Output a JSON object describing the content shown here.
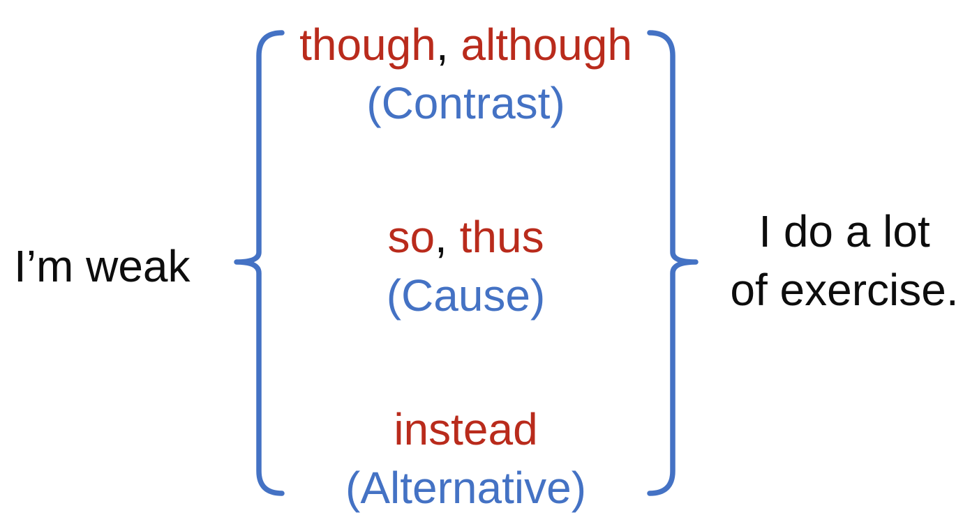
{
  "colors": {
    "connector_red": "#b92b1c",
    "category_blue": "#4472c4",
    "brace_blue": "#4472c4",
    "text_black": "#0d0d0d",
    "background": "#ffffff"
  },
  "icons": {
    "left_brace": "{",
    "right_brace": "}"
  },
  "left_clause": "I’m weak",
  "right_clause": {
    "line1": "I do a lot",
    "line2": "of exercise."
  },
  "groups": [
    {
      "name": "contrast",
      "parts": [
        {
          "text": "though",
          "color": "red"
        },
        {
          "text": ",",
          "color": "black"
        },
        {
          "text": " although",
          "color": "red"
        }
      ],
      "category": "(Contrast)"
    },
    {
      "name": "cause",
      "parts": [
        {
          "text": "so",
          "color": "red"
        },
        {
          "text": ",",
          "color": "black"
        },
        {
          "text": " thus",
          "color": "red"
        }
      ],
      "category": "(Cause)"
    },
    {
      "name": "alternative",
      "parts": [
        {
          "text": "instead",
          "color": "red"
        }
      ],
      "category": "(Alternative)"
    }
  ]
}
